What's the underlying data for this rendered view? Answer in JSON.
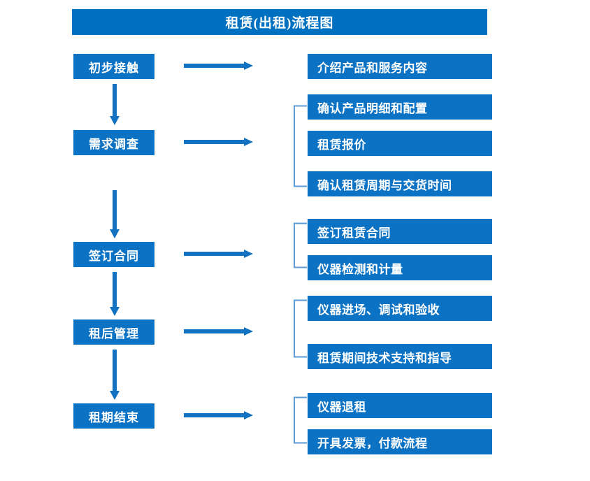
{
  "header": {
    "title": "租赁(出租)流程图"
  },
  "colors": {
    "title_bar": "#0070C0",
    "box": "#0B72C4",
    "arrow": "#1271C0",
    "bracket": "#5B9BD5",
    "box_text": "#FFFFFF",
    "background": "#FFFFFF"
  },
  "flow": {
    "stages": [
      {
        "id": "stage-1",
        "label": "初步接触"
      },
      {
        "id": "stage-2",
        "label": "需求调查"
      },
      {
        "id": "stage-3",
        "label": "签订合同"
      },
      {
        "id": "stage-4",
        "label": "租后管理"
      },
      {
        "id": "stage-5",
        "label": "租期结束"
      }
    ],
    "details": [
      {
        "id": "detail-1-1",
        "stage": "初步接触",
        "label": "介绍产品和服务内容"
      },
      {
        "id": "detail-2-1",
        "stage": "需求调查",
        "label": "确认产品明细和配置"
      },
      {
        "id": "detail-2-2",
        "stage": "需求调查",
        "label": "租赁报价"
      },
      {
        "id": "detail-2-3",
        "stage": "需求调查",
        "label": "确认租赁周期与交货时间"
      },
      {
        "id": "detail-3-1",
        "stage": "签订合同",
        "label": "签订租赁合同"
      },
      {
        "id": "detail-3-2",
        "stage": "签订合同",
        "label": "仪器检测和计量"
      },
      {
        "id": "detail-4-1",
        "stage": "租后管理",
        "label": "仪器进场、调试和验收"
      },
      {
        "id": "detail-4-2",
        "stage": "租后管理",
        "label": "租赁期间技术支持和指导"
      },
      {
        "id": "detail-5-1",
        "stage": "租期结束",
        "label": "仪器退租"
      },
      {
        "id": "detail-5-2",
        "stage": "租期结束",
        "label": "开具发票，付款流程"
      }
    ],
    "connectors": {
      "down_arrow_count": 4,
      "right_arrow_count": 5,
      "bracket_count": 4
    }
  }
}
